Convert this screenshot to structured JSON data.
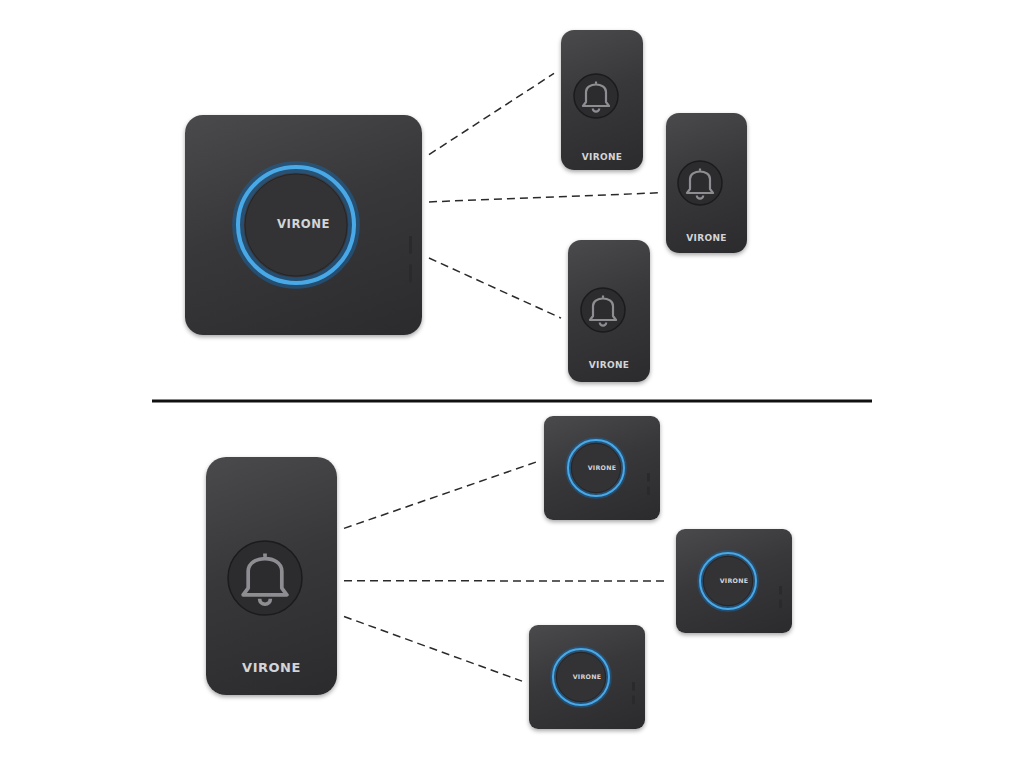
{
  "diagram": {
    "nodes": [
      {
        "text": [
          "VIRONE"
        ]
      },
      {
        "text": [
          "VIRONE"
        ]
      },
      {
        "text": [
          "VIRONE"
        ]
      },
      {
        "text": [
          "VIRONE"
        ]
      },
      {
        "text": [
          "VIRONE"
        ]
      },
      {
        "text": [
          "VIRONE"
        ]
      },
      {
        "text": [
          "VIRONE"
        ]
      },
      {
        "text": [
          "VIRONE"
        ]
      }
    ],
    "edges": [
      {
        "from": 0,
        "to": 1,
        "arrow": "none"
      },
      {
        "from": 0,
        "to": 2,
        "arrow": "none"
      },
      {
        "from": 0,
        "to": 3,
        "arrow": "none"
      },
      {
        "from": 4,
        "to": 5,
        "arrow": "none"
      },
      {
        "from": 4,
        "to": 6,
        "arrow": "none"
      },
      {
        "from": 4,
        "to": 7,
        "arrow": "none"
      }
    ]
  }
}
